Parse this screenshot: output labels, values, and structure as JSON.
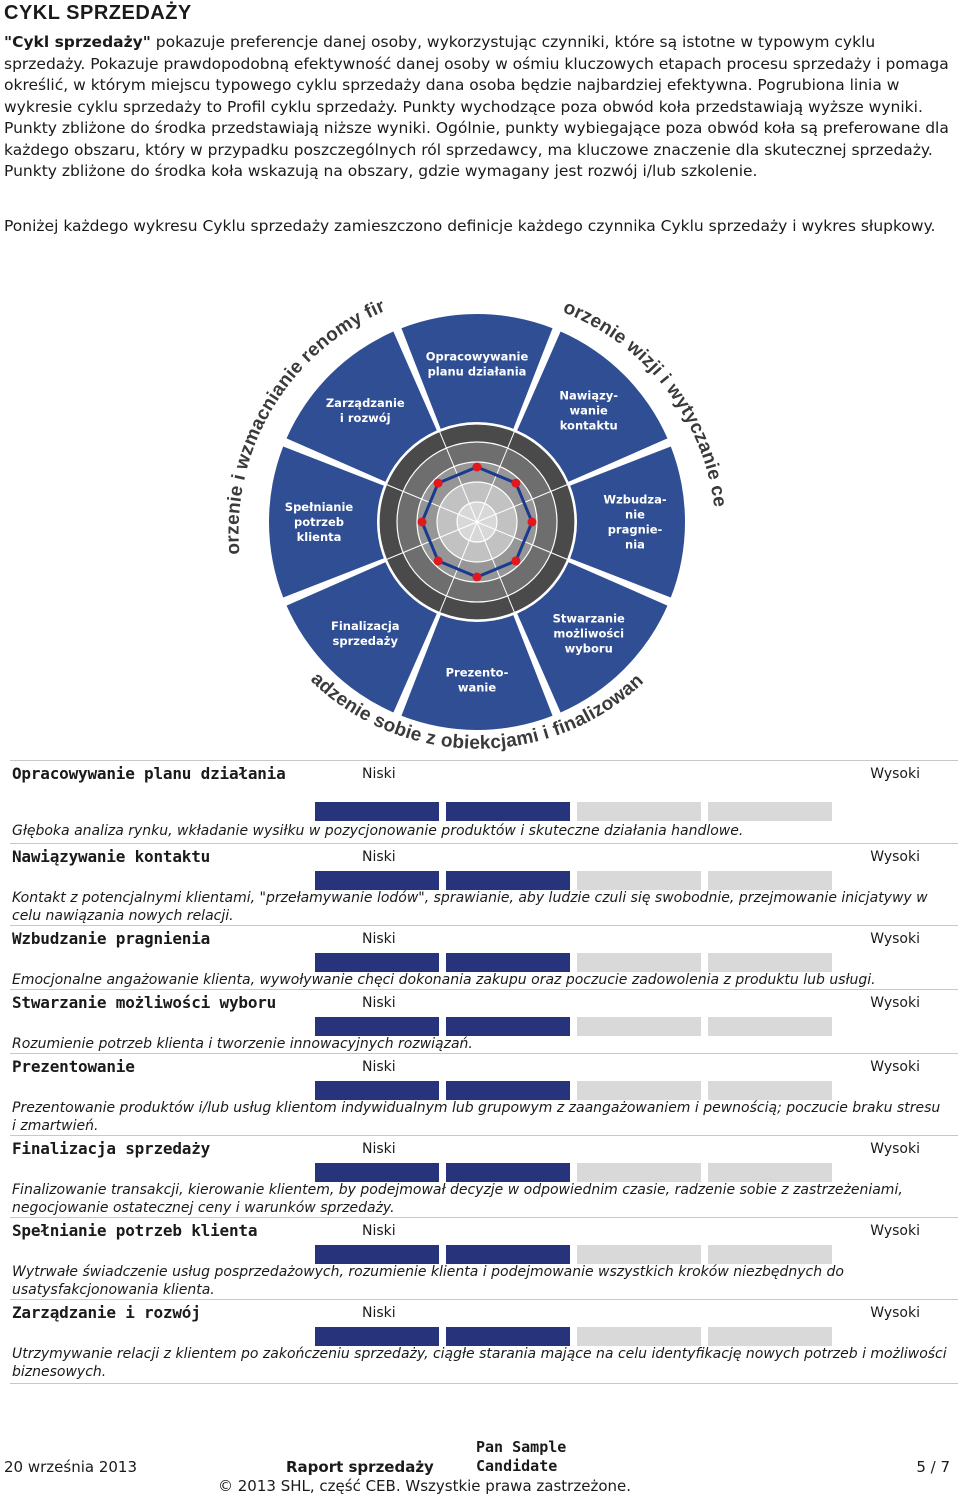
{
  "page": {
    "title": "CYKL SPRZEDAŻY",
    "intro_bold": "\"Cykl sprzedaży\"",
    "intro_rest": " pokazuje preferencje danej osoby, wykorzystując czynniki, które są istotne w typowym cyklu sprzedaży. Pokazuje prawdopodobną efektywność danej osoby w ośmiu kluczowych etapach procesu sprzedaży i pomaga określić, w którym miejscu typowego cyklu sprzedaży dana osoba będzie najbardziej efektywna. Pogrubiona linia w wykresie cyklu sprzedaży to Profil cyklu sprzedaży. Punkty wychodzące poza obwód koła przedstawiają wyższe wyniki. Punkty zbliżone do środka przedstawiają niższe wyniki. Ogólnie, punkty wybiegające poza obwód koła są preferowane dla każdego obszaru, który w przypadku poszczególnych ról sprzedawcy, ma kluczowe znaczenie dla skutecznej sprzedaży. Punkty zbliżone do środka koła wskazują na obszary, gdzie wymagany jest rozwój i/lub szkolenie.",
    "intro2": "Poniżej każdego wykresu Cyklu sprzedaży zamieszczono definicje każdego czynnika Cyklu sprzedaży i wykres słupkowy."
  },
  "wheel": {
    "segments": [
      {
        "l1": "Opracowywanie",
        "l2": "planu działania"
      },
      {
        "l1": "Nawiązy-",
        "l2": "wanie",
        "l3": "kontaktu"
      },
      {
        "l1": "Wzbudza-",
        "l2": "nie",
        "l3": "pragnie-",
        "l4": "nia"
      },
      {
        "l1": "Stwarzanie",
        "l2": "możliwości",
        "l3": "wyboru"
      },
      {
        "l1": "Prezento-",
        "l2": "wanie"
      },
      {
        "l1": "Finalizacja",
        "l2": "sprzedaży"
      },
      {
        "l1": "Spełnianie",
        "l2": "potrzeb",
        "l3": "klienta"
      },
      {
        "l1": "Zarządzanie",
        "l2": "i rozwój"
      }
    ],
    "arc_texts": {
      "top_left": "Tworzenie i wzmacnianie renomy firmy",
      "top_right": "Tworzenie wizji i wytyczanie celu",
      "bottom": "Radzenie sobie z obiekcjami i finalizowanie"
    },
    "profile_values": [
      0.5,
      0.5,
      0.5,
      0.5,
      0.5,
      0.5,
      0.5,
      0.5
    ],
    "colors": {
      "segment": "#2f4e93",
      "ring1": "#4a4a4a",
      "ring2": "#6e6e6e",
      "ring3": "#969696",
      "ring4": "#c2c2c2",
      "profile": "#1a3a8f",
      "point": "#e0191e"
    }
  },
  "scale": {
    "low": "Niski",
    "high": "Wysoki"
  },
  "factors": [
    {
      "name": "Opracowywanie planu działania",
      "level": 2,
      "desc": "Głęboka analiza rynku, wkładanie wysiłku w pozycjonowanie produktów i skuteczne działania handlowe."
    },
    {
      "name": "Nawiązywanie kontaktu",
      "level": 2,
      "desc": "Kontakt z potencjalnymi klientami, \"przełamywanie lodów\", sprawianie, aby ludzie czuli się swobodnie, przejmowanie inicjatywy w celu nawiązania nowych relacji."
    },
    {
      "name": "Wzbudzanie pragnienia",
      "level": 2,
      "desc": "Emocjonalne angażowanie klienta, wywoływanie chęci dokonania zakupu oraz poczucie zadowolenia z produktu lub usługi."
    },
    {
      "name": "Stwarzanie możliwości wyboru",
      "level": 2,
      "desc": "Rozumienie potrzeb klienta i tworzenie innowacyjnych rozwiązań."
    },
    {
      "name": "Prezentowanie",
      "level": 2,
      "desc": "Prezentowanie produktów i/lub usług klientom indywidualnym lub grupowym z zaangażowaniem i pewnością; poczucie braku stresu i zmartwień."
    },
    {
      "name": "Finalizacja sprzedaży",
      "level": 2,
      "desc": "Finalizowanie transakcji, kierowanie klientem, by podejmował decyzje w odpowiednim czasie, radzenie sobie z zastrzeżeniami, negocjowanie ostatecznej ceny i warunków sprzedaży."
    },
    {
      "name": "Spełnianie potrzeb klienta",
      "level": 2,
      "desc": "Wytrwałe świadczenie usług posprzedażowych, rozumienie klienta i podejmowanie wszystkich kroków niezbędnych do usatysfakcjonowania klienta."
    },
    {
      "name": "Zarządzanie i rozwój",
      "level": 2,
      "desc": "Utrzymywanie relacji z klientem po zakończeniu sprzedaży, ciągłe starania mające na celu identyfikację nowych potrzeb i możliwości biznesowych."
    }
  ],
  "footer": {
    "date": "20 września 2013",
    "report": "Raport sprzedaży",
    "name_l1": "Pan Sample",
    "name_l2": "Candidate",
    "page": "5 / 7",
    "copyright": "© 2013 SHL, część CEB. Wszystkie prawa zastrzeżone."
  }
}
